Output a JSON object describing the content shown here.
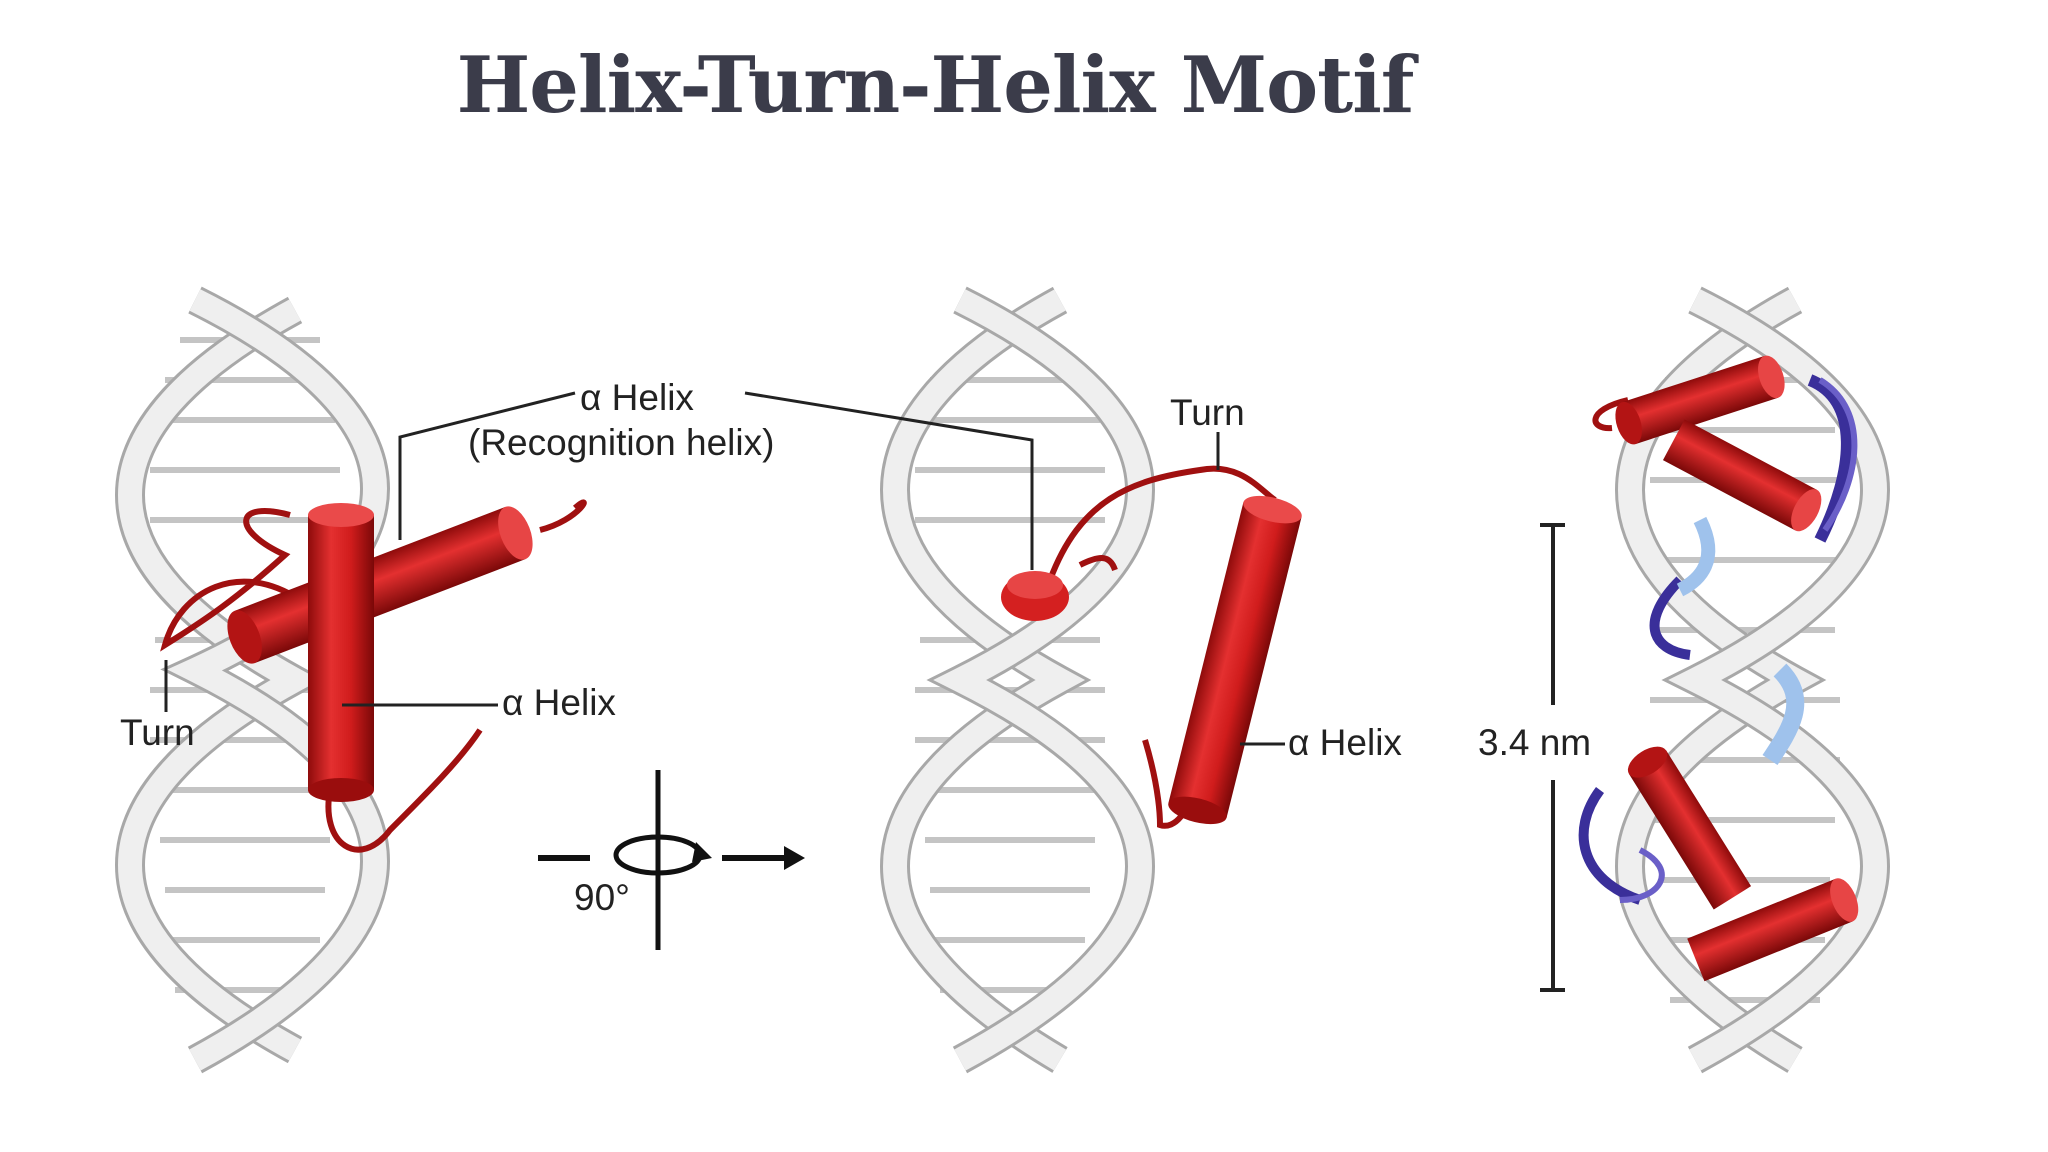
{
  "title": "Helix-Turn-Helix Motif",
  "labels": {
    "alpha_helix_recognition_line1": "α Helix",
    "alpha_helix_recognition_line2": "(Recognition helix)",
    "turn_left": "Turn",
    "alpha_helix_left": "α Helix",
    "rotation_angle": "90°",
    "turn_middle": "Turn",
    "alpha_helix_middle": "α Helix",
    "distance": "3.4 nm"
  },
  "colors": {
    "helix_red": "#d42020",
    "helix_dark_red": "#9c0e0e",
    "dna_light": "#eeeeee",
    "dna_edge": "#a8a8a8",
    "protein_blue": "#3a2f9a",
    "protein_light_blue": "#9fc2ec",
    "title": "#3b3c4a"
  }
}
